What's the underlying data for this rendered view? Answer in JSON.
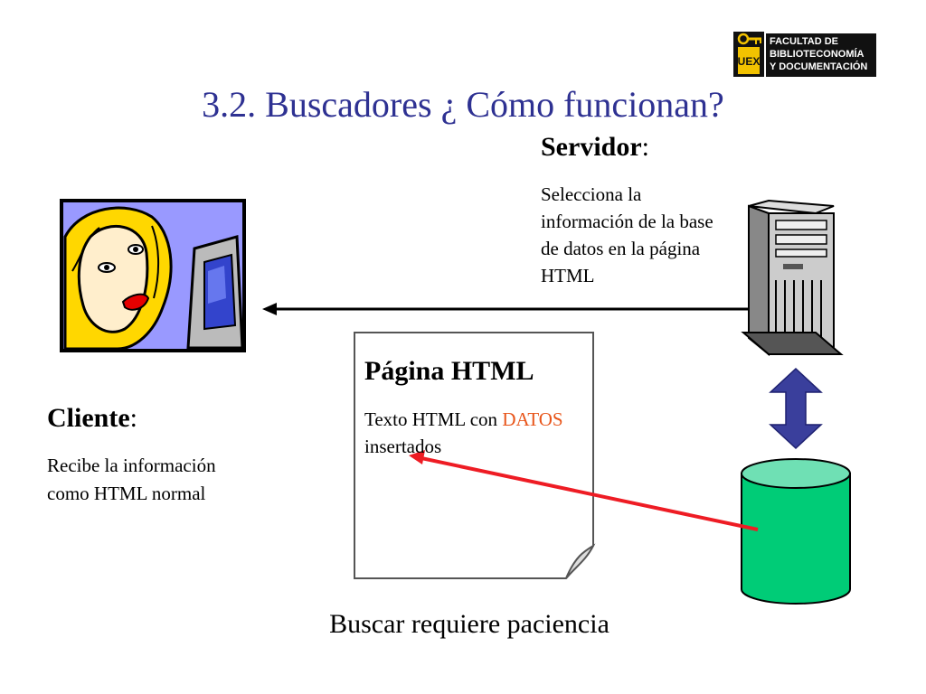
{
  "logo": {
    "lines": [
      "FACULTAD DE",
      "BIBLIOTECONOMÍA",
      "Y DOCUMENTACIÓN"
    ],
    "emblem_letters": "UEX"
  },
  "title": "3.2. Buscadores ¿ Cómo funcionan?",
  "servidor": {
    "heading": "Servidor",
    "colon": ":",
    "description": "Selecciona la información de la base de datos en la página HTML"
  },
  "cliente": {
    "heading": "Cliente",
    "colon": ":",
    "description": "Recibe la información como HTML normal"
  },
  "pagina": {
    "heading": "Página HTML",
    "description_prefix": "Texto HTML con ",
    "datos": "DATOS",
    "description_suffix": " insertados"
  },
  "footer": "Buscar requiere paciencia",
  "colors": {
    "title": "#2e3192",
    "datos_text": "#e8551a",
    "red_arrow": "#ee1c24",
    "double_arrow": "#3a3f9c",
    "database": "#00cc77",
    "database_top": "#6fe0b4"
  }
}
